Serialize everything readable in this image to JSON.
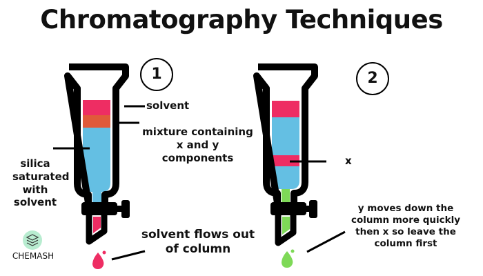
{
  "title": "Chromatography Techniques",
  "step1": {
    "number": "1",
    "labels": {
      "solvent": "solvent",
      "mixture": "mixture containing x and y components",
      "silica": "silica saturated with solvent",
      "flow": "solvent flows out of column"
    }
  },
  "step2": {
    "number": "2",
    "labels": {
      "x": "x",
      "explanation": "y moves down the column more quickly  then x so leave the column first"
    }
  },
  "logo": {
    "name": "CHEMASH"
  },
  "colors": {
    "solvent": "#ee2d63",
    "mixture": "#e05a3a",
    "silica": "#64bfe3",
    "y_component": "#7ed957",
    "outline": "#000000",
    "logo_bg": "#b8ecd0"
  }
}
